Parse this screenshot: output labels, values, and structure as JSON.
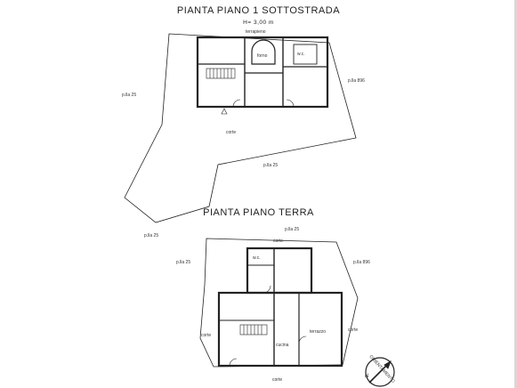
{
  "plan_upper": {
    "title": "PIANTA PIANO 1 SOTTOSTRADA",
    "height_note": "H= 3,00 m",
    "labels": {
      "terrapieno": "terrapieno",
      "forno": "forno",
      "wc": "w.c.",
      "corte": "corte",
      "plla25_left": "p.lla 25",
      "plla25_center": "p.lla 25",
      "plla25_bottom": "p.lla 25",
      "plla896": "p.lla 896"
    }
  },
  "plan_ground": {
    "title": "PIANTA PIANO TERRA",
    "labels": {
      "plla25_top": "p.lla 25",
      "corte_top": "corte",
      "plla25_left": "p.lla 25",
      "plla896": "p.lla 896",
      "wc": "w.c.",
      "terrazzo": "terrazzo",
      "cucina": "cucina",
      "corte_left": "corte",
      "corte_right": "corte",
      "corte_bottom": "corte"
    }
  },
  "compass": {
    "label": "N",
    "caption": "ORIENTAMENTO"
  }
}
